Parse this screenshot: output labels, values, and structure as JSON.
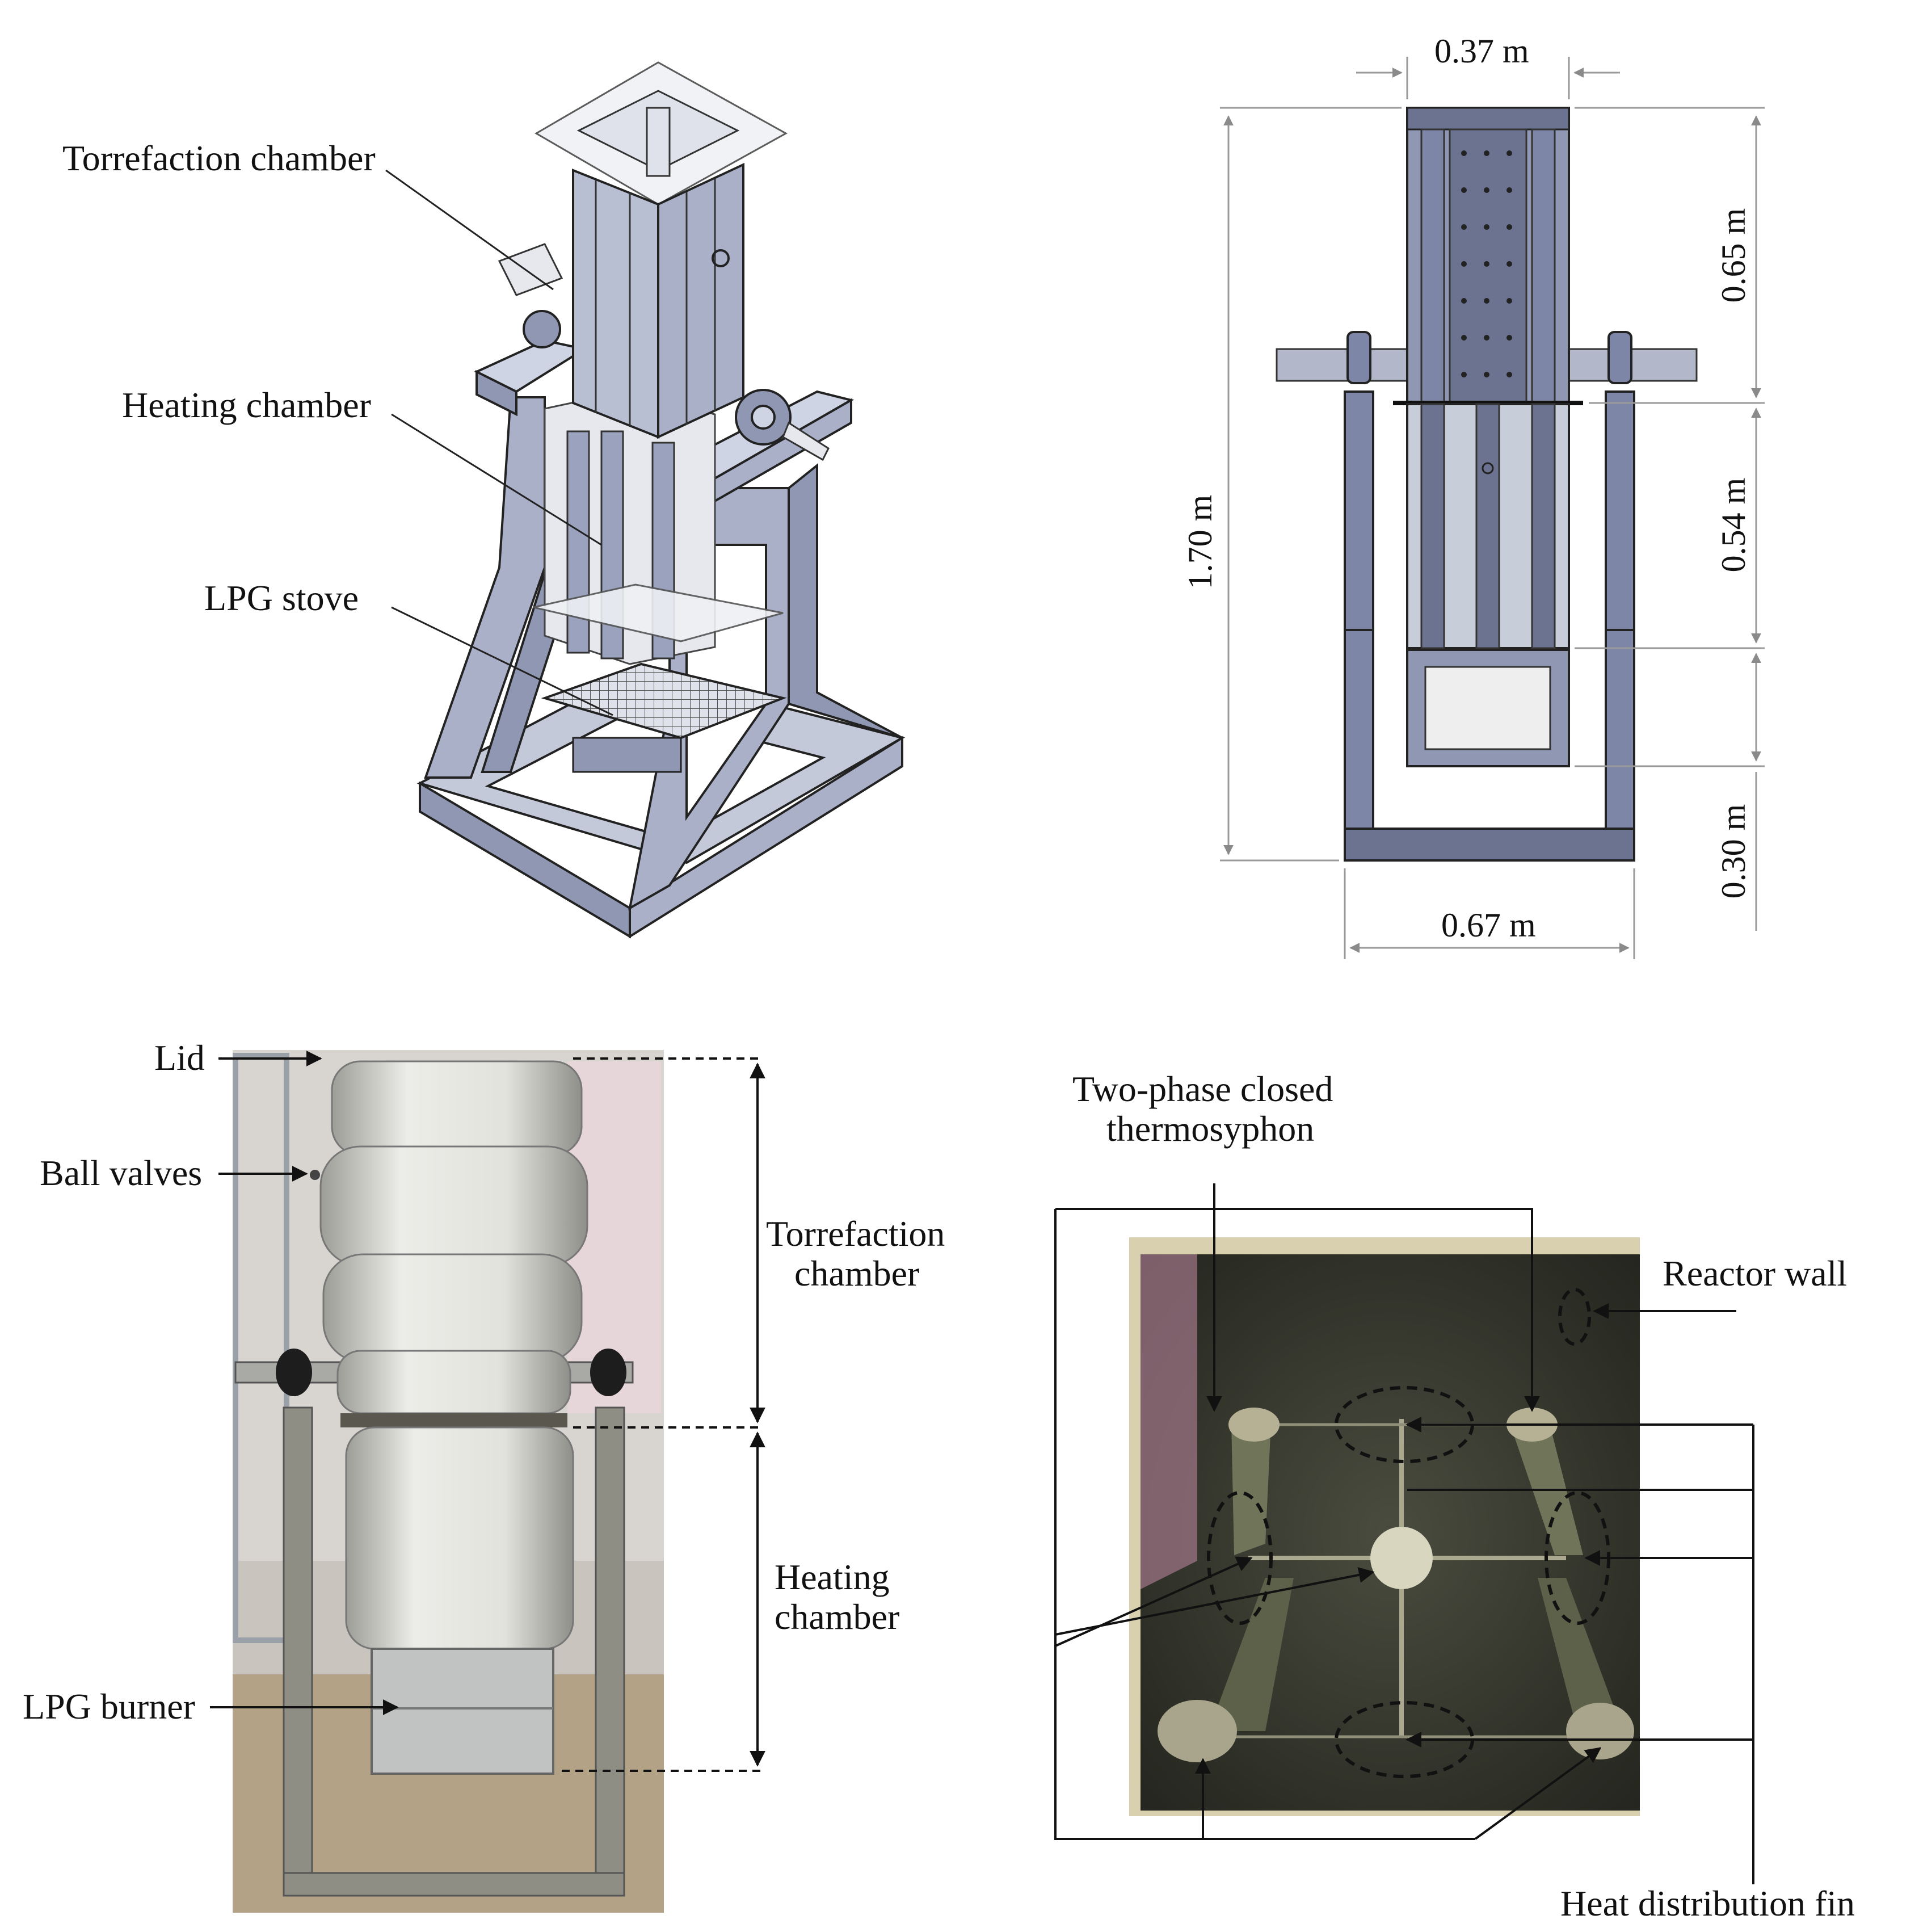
{
  "colors": {
    "frame_fill": "#a9b0c8",
    "frame_dark": "#7d86a6",
    "frame_light": "#cfd4e4",
    "chamber_fill": "#b9bfd2",
    "glass": "#e6e8ee",
    "photo_dark": "#3c3f36",
    "photo_foil": "#dcdcd6",
    "dimension_line": "#9a9a9a"
  },
  "cad_iso": {
    "labels": {
      "torrefaction_chamber": "Torrefaction chamber",
      "heating_chamber": "Heating chamber",
      "lpg_stove": "LPG stove"
    }
  },
  "cad_front": {
    "dimensions": {
      "top_width": "0.37 m",
      "total_height": "1.70 m",
      "upper_section": "0.65 m",
      "middle_section": "0.54 m",
      "lower_section": "0.30 m",
      "base_width": "0.67 m"
    }
  },
  "photo_reactor": {
    "labels": {
      "lid": "Lid",
      "ball_valves": "Ball valves",
      "lpg_burner": "LPG burner",
      "torrefaction_chamber_line1": "Torrefaction",
      "torrefaction_chamber_line2": "chamber",
      "heating_chamber_line1": "Heating",
      "heating_chamber_line2": "chamber"
    }
  },
  "photo_inside": {
    "labels": {
      "thermosyphon_line1": "Two-phase closed",
      "thermosyphon_line2": "thermosyphon",
      "reactor_wall": "Reactor wall",
      "heat_distribution_fin": "Heat distribution fin"
    }
  }
}
